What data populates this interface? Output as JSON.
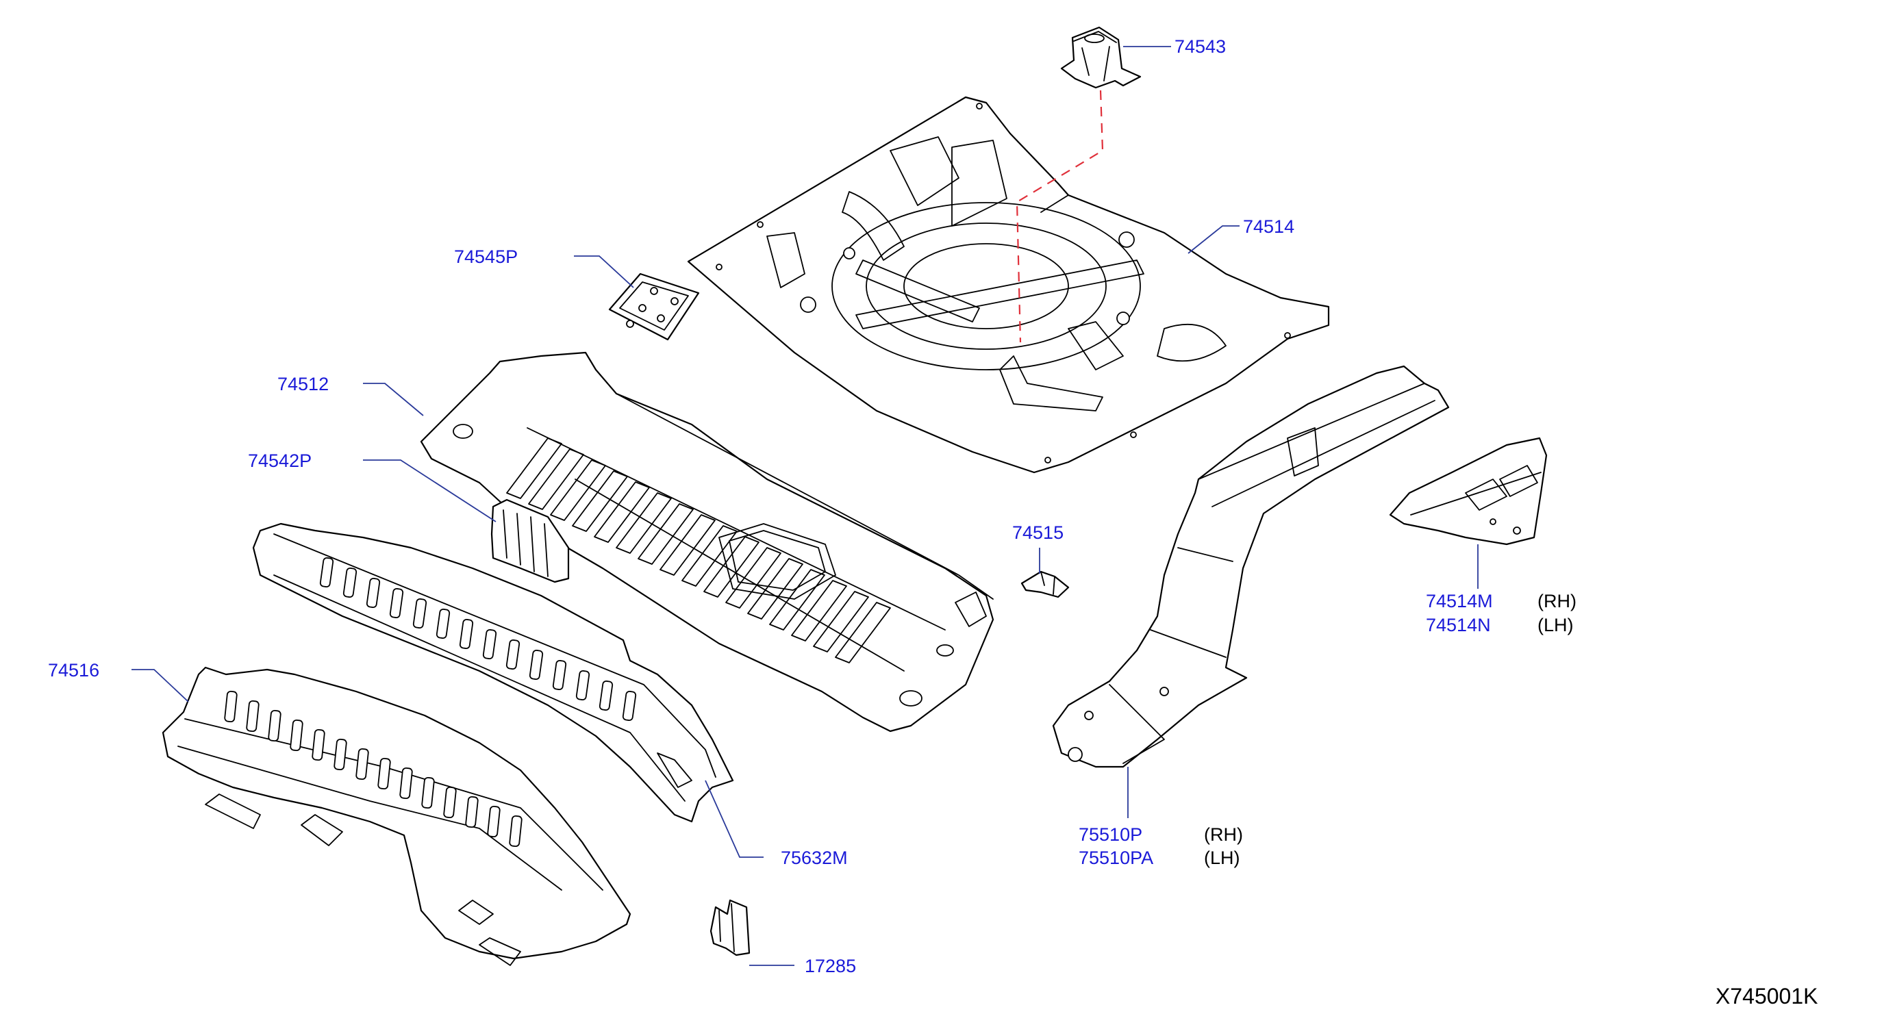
{
  "diagram_code": "X745001K",
  "colors": {
    "part_label": "#1a1ad8",
    "leader_line": "#2a3a9a",
    "hidden_link": "#e0303a",
    "outline": "#000000"
  },
  "labels": {
    "p74543": "74543",
    "p74514": "74514",
    "p74545P": "74545P",
    "p74512": "74512",
    "p74542P": "74542P",
    "p74515": "74515",
    "p74514M": "74514M",
    "p74514N": "74514N",
    "p74516": "74516",
    "p75632M": "75632M",
    "p75510P": "75510P",
    "p75510PA": "75510PA",
    "p17285": "17285"
  },
  "sides": {
    "rh": "(RH)",
    "lh": "(LH)"
  }
}
